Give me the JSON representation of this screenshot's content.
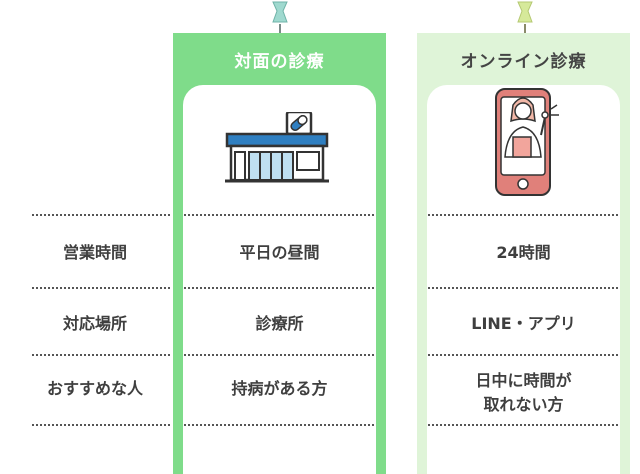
{
  "columns": {
    "face": {
      "title": "対面の診療"
    },
    "online": {
      "title": "オンライン診療"
    }
  },
  "rows": [
    {
      "label": "営業時間",
      "face": "平日の昼間",
      "online": "24時間"
    },
    {
      "label": "対応場所",
      "face": "診療所",
      "online": "LINE・アプリ"
    },
    {
      "label": "おすすめな人",
      "face": "持病がある方",
      "online_line1": "日中に時間が",
      "online_line2": "取れない方"
    }
  ],
  "colors": {
    "face_accent": "#7fdc8a",
    "online_accent": "#dff4d8",
    "pin_face": "#9fd9cf",
    "pin_online": "#d6e99a",
    "building_blue": "#2f7fc1",
    "phone_red": "#e0807a"
  },
  "icons": {
    "face": "clinic-building-icon",
    "online": "doctor-on-phone-icon",
    "pins": "pushpin-icon"
  }
}
